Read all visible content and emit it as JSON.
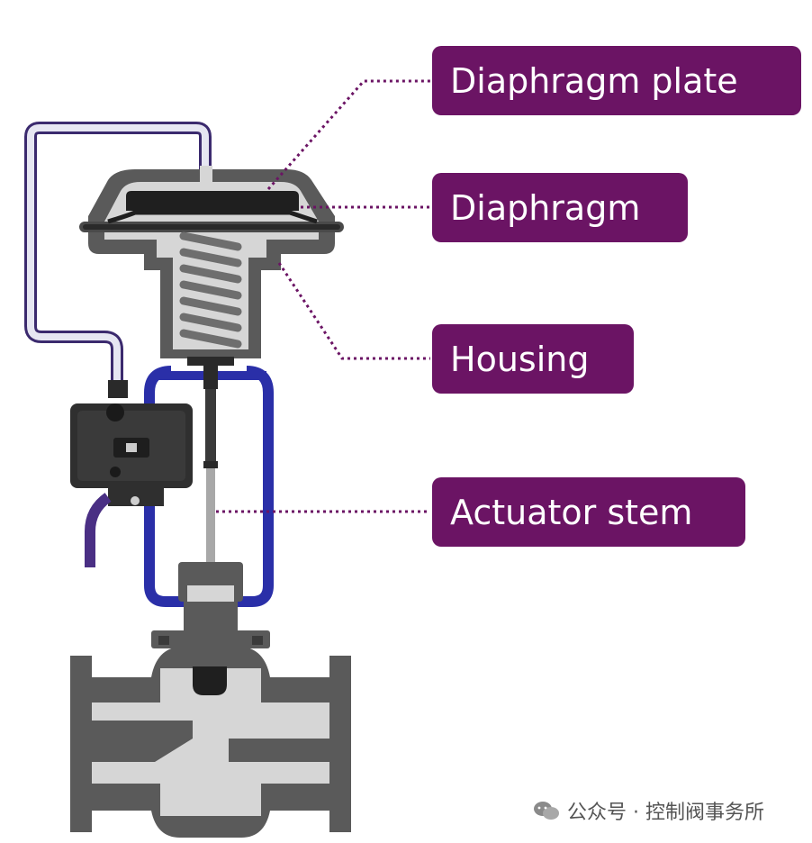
{
  "labels": {
    "diaphragm_plate": "Diaphragm plate",
    "diaphragm": "Diaphragm",
    "housing": "Housing",
    "actuator_stem": "Actuator stem"
  },
  "watermark": {
    "text": "公众号 · 控制阀事务所"
  },
  "colors": {
    "label_bg": "#6b1464",
    "housing_fill": "#5a5a5a",
    "interior_fill": "#d6d6d6",
    "yoke": "#2a2fa8",
    "tubing_outline": "#3b2a6e",
    "spring": "#7a7a7a",
    "leader_line": "#6b1464"
  }
}
